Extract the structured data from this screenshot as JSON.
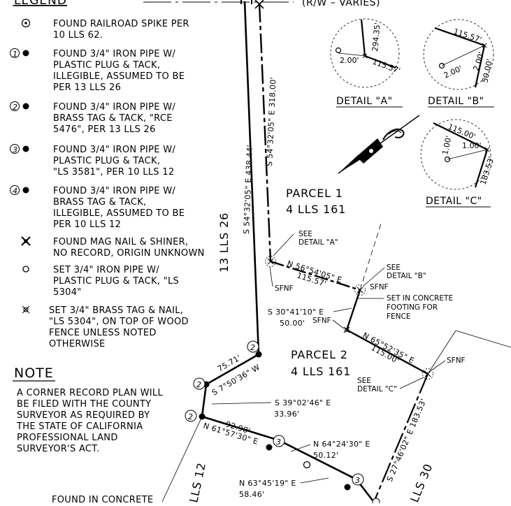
{
  "legend": {
    "title": "LEGEND",
    "items": [
      {
        "lines": [
          "FOUND RAILROAD SPIKE PER",
          "10 LLS 62."
        ]
      },
      {
        "num": "1",
        "lines": [
          "FOUND 3/4\" IRON PIPE W/",
          "PLASTIC PLUG & TACK,",
          "ILLEGIBLE, ASSUMED TO BE",
          "PER 13 LLS 26"
        ]
      },
      {
        "num": "2",
        "lines": [
          "FOUND 3/4\" IRON PIPE W/",
          "BRASS TAG & TACK, \"RCE",
          "5476\", PER 13 LLS 26"
        ]
      },
      {
        "num": "3",
        "lines": [
          "FOUND 3/4\" IRON PIPE W/",
          "PLASTIC PLUG & TACK,",
          "\"LS 3581\", PER 10 LLS 12"
        ]
      },
      {
        "num": "4",
        "lines": [
          "FOUND 3/4\" IRON PIPE W/",
          "BRASS TAG & TACK,",
          "ILLEGIBLE, ASSUMED TO BE",
          "PER 10 LLS 12"
        ]
      },
      {
        "lines": [
          "FOUND MAG NAIL & SHINER,",
          "NO RECORD, ORIGIN UNKNOWN"
        ]
      },
      {
        "lines": [
          "SET 3/4\" IRON PIPE W/",
          "PLASTIC PLUG & TACK, \"LS",
          "5304\""
        ]
      },
      {
        "lines": [
          "SET 3/4\" BRASS TAG & NAIL,",
          "\"LS 5304\", ON TOP OF WOOD",
          "FENCE UNLESS NOTED",
          "OTHERWISE"
        ]
      }
    ]
  },
  "note": {
    "title": "NOTE",
    "lines": [
      "A CORNER RECORD PLAN WILL",
      "BE FILED WITH THE COUNTY",
      "SURVEYOR AS REQUIRED BY",
      "THE STATE OF CALIFORNIA",
      "PROFESSIONAL LAND",
      "SURVEYOR'S ACT."
    ]
  },
  "bottom_left_text": "FOUND IN CONCRETE",
  "row_label": "(R/W – VARIES)",
  "details": {
    "a": {
      "title": "DETAIL \"A\"",
      "dims": [
        "294.35'",
        "2.00'",
        "115.57'"
      ]
    },
    "b": {
      "title": "DETAIL \"B\"",
      "dims": [
        "115.57'",
        "2.00'",
        "2.00'",
        "50.00'"
      ]
    },
    "c": {
      "title": "DETAIL \"C\"",
      "dims": [
        "115.00'",
        "1.00'",
        "1.00'",
        "183.53'"
      ]
    }
  },
  "parcels": {
    "p1": {
      "line1": "PARCEL 1",
      "line2": "4 LLS 161"
    },
    "p2": {
      "line1": "PARCEL 2",
      "line2": "4 LLS 161"
    }
  },
  "record_refs": {
    "left": "13 LLS 26",
    "lower_left": "LLS 12",
    "lower_right": "LLS 30"
  },
  "bearings": {
    "west_line": "S 54°32'05\" E  438.44'",
    "east_line": "S 54°32'05\" E  318.00'",
    "p1_south": "N 56°54'05\" E",
    "p1_south_dist": "115.57'",
    "b_to_fence": "S 30°41'10\" E",
    "b_to_fence_dist": "50.00'",
    "p2_south": "N 65°52'35\" E",
    "p2_south_dist": "115.00'",
    "corner_75": "75.71'",
    "corner_s7": "S 7°50'36\" W",
    "s39": "S 39°02'46\" E",
    "s39_dist": "33.96'",
    "d92": "92.98'",
    "n61": "N 61°57'30\" E",
    "n64": "N 64°24'30\" E",
    "n64_dist": "50.12'",
    "n63": "N 63°45'19\" E",
    "n63_dist": "58.46'",
    "s27": "S 27°46'02\" E  183.53'"
  },
  "callouts": {
    "see_a": [
      "SEE",
      "DETAIL \"A\""
    ],
    "see_b": [
      "SEE",
      "DETAIL \"B\""
    ],
    "see_c": [
      "SEE",
      "DETAIL \"C\""
    ],
    "concrete": [
      "SET IN CONCRETE",
      "FOOTING FOR",
      "FENCE"
    ],
    "sfnf": "SFNF"
  },
  "markers": {
    "m2": "2",
    "m3": "3"
  }
}
